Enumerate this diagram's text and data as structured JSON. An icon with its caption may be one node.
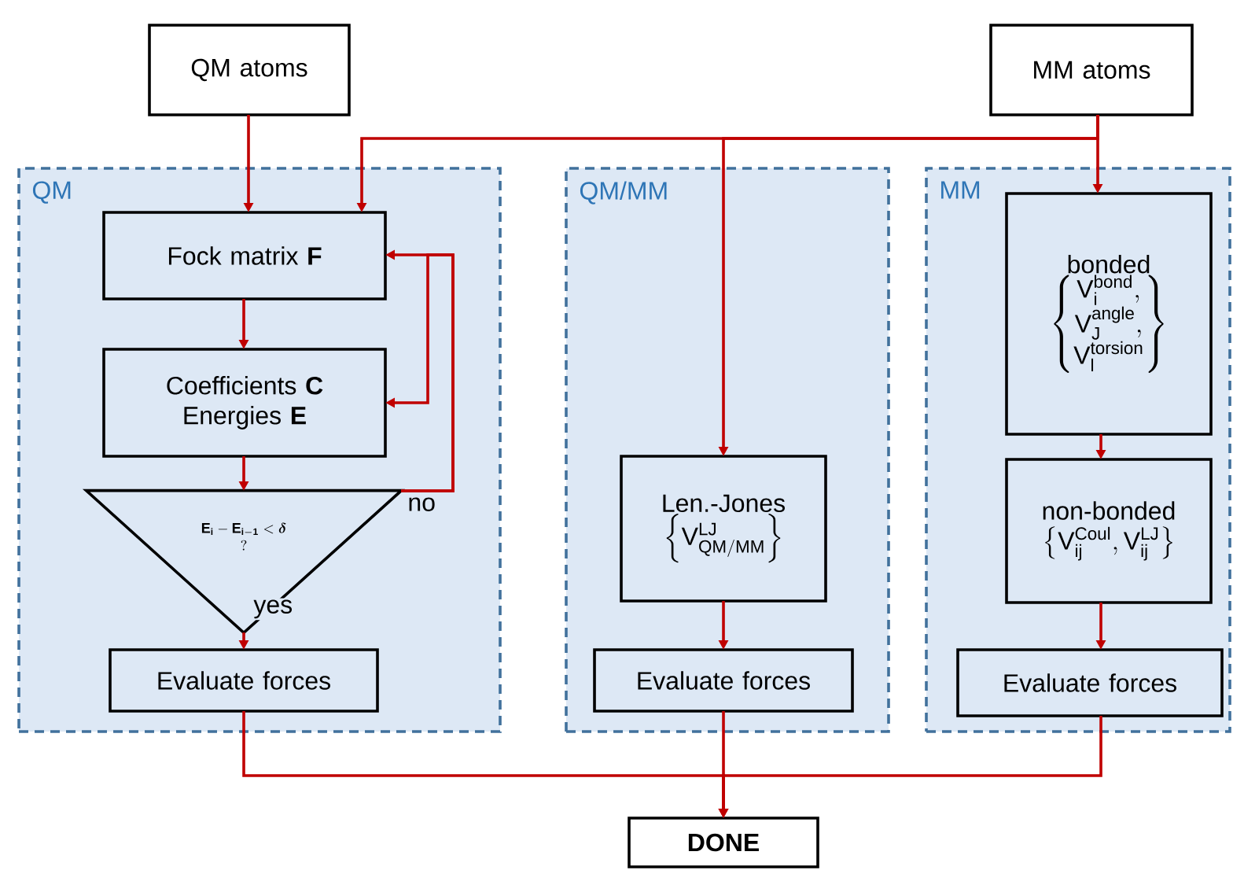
{
  "diagram": {
    "nodes": [
      {
        "text": [
          "QM atoms"
        ]
      },
      {
        "text": [
          "MM atoms"
        ]
      },
      {
        "text": [
          "QM"
        ]
      },
      {
        "text": [
          "QM/MM"
        ]
      },
      {
        "text": [
          "MM"
        ]
      },
      {
        "text": [
          "Fock matrix **F**"
        ],
        "in": 2
      },
      {
        "text": [
          "Coefficients **C**",
          "Energies **E**"
        ],
        "in": 2
      },
      {
        "text": [
          "\\begin{matrix}\\mathbf{E_i - E_{i-1}} < \\boldsymbol{\\delta}\\\\ \\mathbf{?}\\end{matrix}"
        ],
        "in": 2
      },
      {
        "text": [
          "Evaluate forces"
        ],
        "in": 2
      },
      {
        "text": [
          "Len.-Jones",
          "\\left\\{\\mathrm{V}^{\\mathrm{LJ}}_{\\mathrm{QM/MM}}\\right\\}"
        ],
        "in": 3
      },
      {
        "text": [
          "Evaluate forces"
        ],
        "in": 3
      },
      {
        "text": [
          "bonded",
          "\\left\\{\\begin{matrix}\\mathrm{V}_{\\mathrm{i}}^{\\mathrm{bond}},\\\\ \\mathrm{V}_{\\mathrm{J}}^{\\mathrm{angle}},\\\\ \\mathrm{V}_{\\mathrm{l}}^{\\mathrm{torsion}}\\end{matrix}\\right\\}"
        ],
        "in": 4
      },
      {
        "text": [
          "non-bonded",
          "\\left\\{\\mathrm{V}_{\\mathrm{ij}}^{\\mathrm{Coul}}, \\mathrm{V}_{\\mathrm{ij}}^{\\mathrm{LJ}}\\right\\}"
        ],
        "in": 4
      },
      {
        "text": [
          "Evaluate forces"
        ],
        "in": 4
      },
      {
        "text": [
          "DONE"
        ]
      }
    ],
    "edges": [
      {
        "from": 0,
        "to": 5,
        "arrow": "to"
      },
      {
        "from": 1,
        "to": 5,
        "arrow": "to"
      },
      {
        "from": 1,
        "to": 9,
        "arrow": "to"
      },
      {
        "from": 1,
        "to": 11,
        "arrow": "to"
      },
      {
        "from": 5,
        "to": 6,
        "arrow": "to"
      },
      {
        "from": 6,
        "to": 7,
        "arrow": "to"
      },
      {
        "from": 7,
        "to": 8,
        "arrow": "to",
        "label": "yes"
      },
      {
        "from": 7,
        "to": 5,
        "arrow": "to",
        "label": "no"
      },
      {
        "from": 7,
        "to": 6,
        "arrow": "to"
      },
      {
        "from": 11,
        "to": 12,
        "arrow": "to"
      },
      {
        "from": 12,
        "to": 13,
        "arrow": "to"
      },
      {
        "from": 9,
        "to": 10,
        "arrow": "to"
      },
      {
        "from": 8,
        "to": 14,
        "arrow": "to"
      },
      {
        "from": 10,
        "to": 14,
        "arrow": "to"
      },
      {
        "from": 13,
        "to": 14,
        "arrow": "to"
      }
    ]
  }
}
